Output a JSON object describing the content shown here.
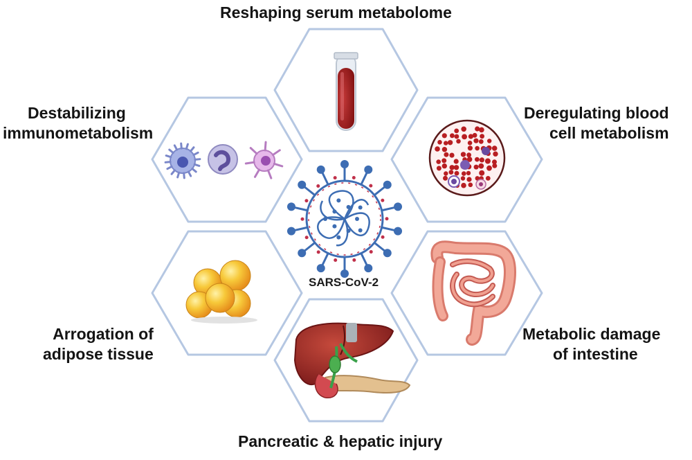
{
  "center": {
    "label": "SARS-CoV-2",
    "icon": "virus-icon"
  },
  "topics": [
    {
      "id": "serum",
      "lines": [
        "Reshaping serum metabolome"
      ],
      "icon": "blood-tube-icon"
    },
    {
      "id": "blood-cells",
      "lines": [
        "Deregulating blood",
        "cell metabolism"
      ],
      "icon": "blood-smear-icon"
    },
    {
      "id": "intestine",
      "lines": [
        "Metabolic damage",
        "of intestine"
      ],
      "icon": "intestine-icon"
    },
    {
      "id": "pancreas-liver",
      "lines": [
        "Pancreatic & hepatic injury"
      ],
      "icon": "liver-pancreas-icon"
    },
    {
      "id": "adipose",
      "lines": [
        "Arrogation of",
        "adipose tissue"
      ],
      "icon": "fat-cells-icon"
    },
    {
      "id": "immune",
      "lines": [
        "Destabilizing",
        "immunometabolism"
      ],
      "icon": "immune-cells-icon"
    }
  ],
  "colors": {
    "hex_outline": "#b5c7e2",
    "virus": "#3d6db3",
    "spike_accent": "#c0304a",
    "blood": "#a81c1c",
    "fat": "#f0b020",
    "intestine": "#e99080",
    "liver": "#a52828"
  }
}
